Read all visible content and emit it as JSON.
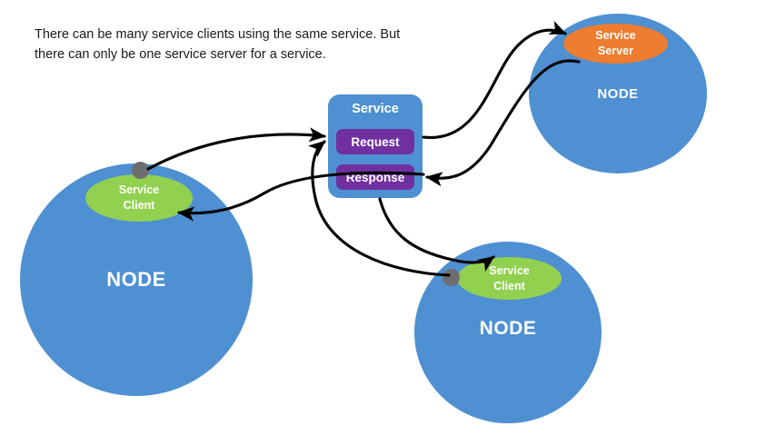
{
  "caption": {
    "text": "There can be many service clients using the same service. But\nthere can only be one service server for a service."
  },
  "colors": {
    "node_blue": "#4E90D2",
    "client_green": "#92D050",
    "server_orange": "#ED7D31",
    "message_purple": "#7030A0",
    "connector_dot_gray": "#6E6E6E",
    "arrow_black": "#000000",
    "background": "#FFFFFF",
    "caption_text": "#1B1B1B"
  },
  "service": {
    "title": "Service",
    "request_label": "Request",
    "response_label": "Response"
  },
  "nodes": [
    {
      "id": "node-client-left",
      "label": "NODE",
      "role_line1": "Service",
      "role_line2": "Client",
      "role_type": "client",
      "has_connector_dot": true
    },
    {
      "id": "node-server-top-right",
      "label": "NODE",
      "role_line1": "Service",
      "role_line2": "Server",
      "role_type": "server",
      "has_connector_dot": false
    },
    {
      "id": "node-client-bottom",
      "label": "NODE",
      "role_line1": "Service",
      "role_line2": "Client",
      "role_type": "client",
      "has_connector_dot": true
    }
  ],
  "connections": [
    {
      "id": "left-client-to-request",
      "from": "node-client-left",
      "to": "request-box",
      "direction": "to-service"
    },
    {
      "id": "response-to-left-client",
      "from": "response-box",
      "to": "node-client-left",
      "direction": "to-client"
    },
    {
      "id": "bottom-client-to-request",
      "from": "node-client-bottom",
      "to": "request-box",
      "direction": "to-service"
    },
    {
      "id": "response-to-bottom-client",
      "from": "response-box",
      "to": "node-client-bottom",
      "direction": "to-client"
    },
    {
      "id": "request-to-server",
      "from": "request-box",
      "to": "node-server-top-right",
      "direction": "to-server"
    },
    {
      "id": "server-to-response",
      "from": "node-server-top-right",
      "to": "response-box",
      "direction": "to-service"
    }
  ]
}
